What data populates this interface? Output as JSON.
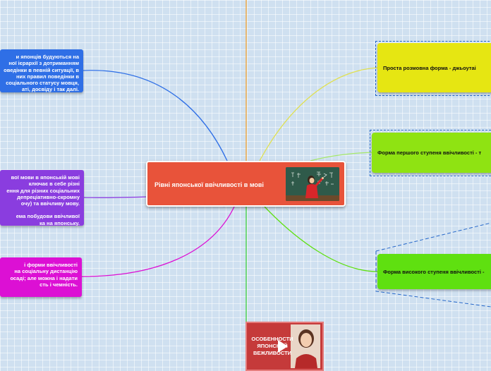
{
  "central": {
    "title": "Рівні японської ввічливості в мові"
  },
  "left_nodes": [
    {
      "lines": [
        "и японців будуються на",
        "ної ієрархії з дотриманням",
        "оведінки в певній ситуації, в",
        "них правил поведінки в",
        "соціального статусу мовця,",
        "аті, досвіду і так далі."
      ]
    },
    {
      "lines": [
        "вої мови в японській мові",
        "ключає в себе різні",
        "ення для різних соціальних",
        "депреціативно-скромну",
        "очу) та ввічливу мову.",
        "",
        "ема побудови ввічливої",
        "ка на японську."
      ]
    },
    {
      "lines": [
        "і форми ввічливості",
        "на соціальну дистанцію",
        "осаді; але можна і надати",
        "сть і чемність."
      ]
    }
  ],
  "right_nodes": [
    {
      "label": "Проста розмовна форма - джьоутаі"
    },
    {
      "label": "Форма першого ступеня ввічливості - т"
    },
    {
      "label": "Форма високого ступеня ввічливості -"
    }
  ],
  "thumbnail": {
    "lines": [
      "ОСОБЕННОСТИ",
      "ЯПОНСКОЙ",
      "ВЕЖЛИВОСТИ"
    ]
  },
  "colors": {
    "background": "#cfe0f0",
    "central": "#e8533a",
    "blue": "#2f6fe6",
    "purple": "#8a3ddf",
    "magenta": "#dc10d4",
    "yellow": "#e6e612",
    "green_light": "#8fe312",
    "green": "#5fe010",
    "orange_line": "#f0a030"
  }
}
